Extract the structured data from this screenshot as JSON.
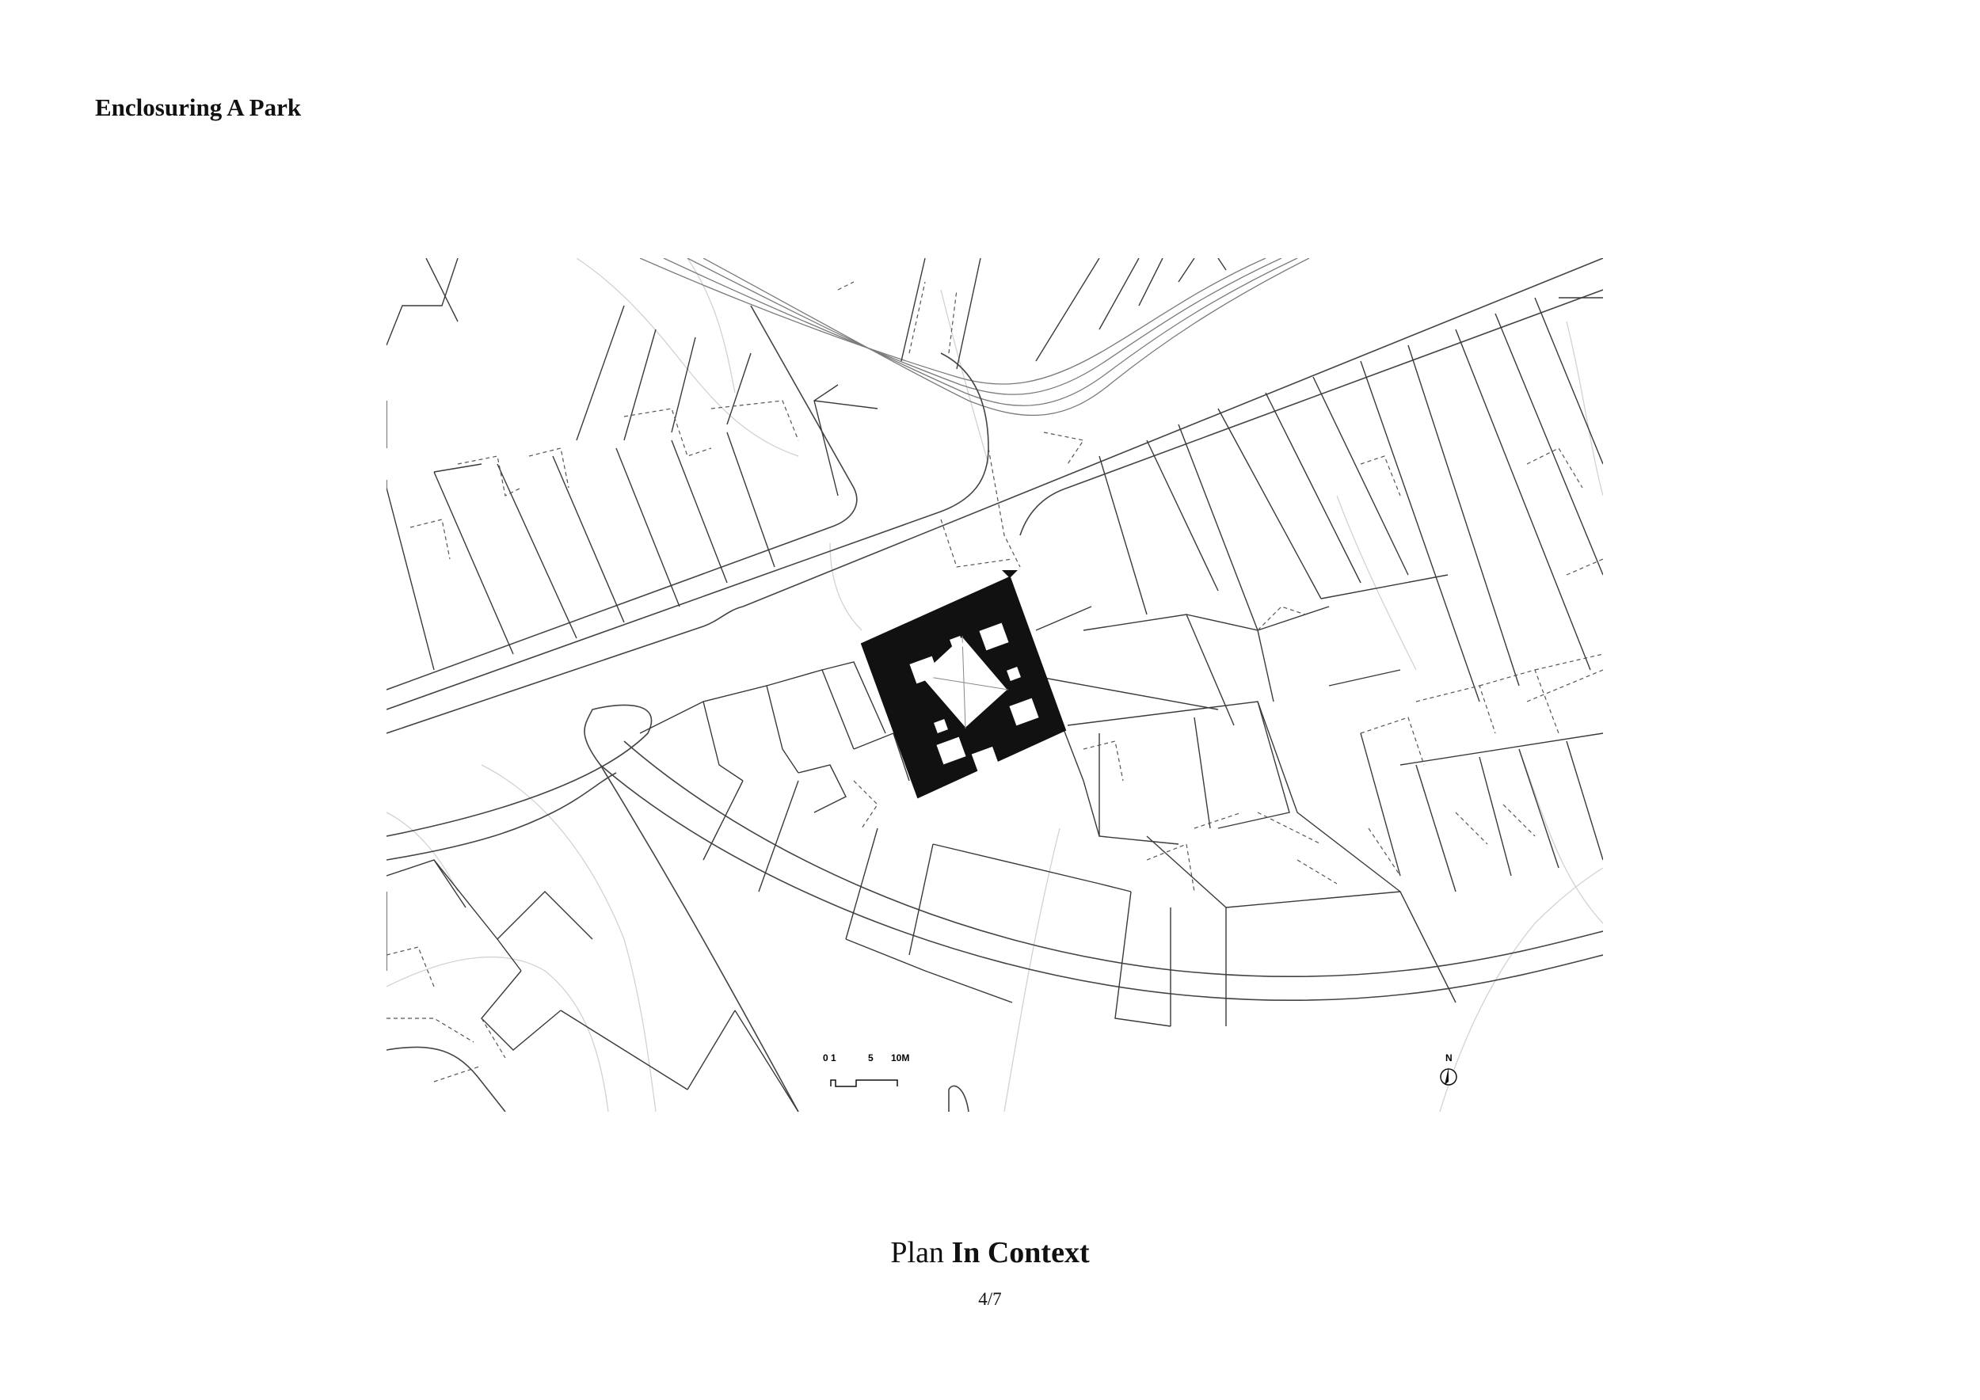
{
  "header": {
    "title": "Enclosuring A Park"
  },
  "caption": {
    "regular": "Plan",
    "bold": "In Context"
  },
  "page": {
    "number": "4/7"
  },
  "scale_bar": {
    "labels": [
      "0 1",
      "5",
      "10M"
    ],
    "north": "N"
  },
  "colors": {
    "ink": "#111111",
    "line": "#3a3a3a",
    "faint": "#c8c8c8",
    "paper": "#ffffff"
  }
}
